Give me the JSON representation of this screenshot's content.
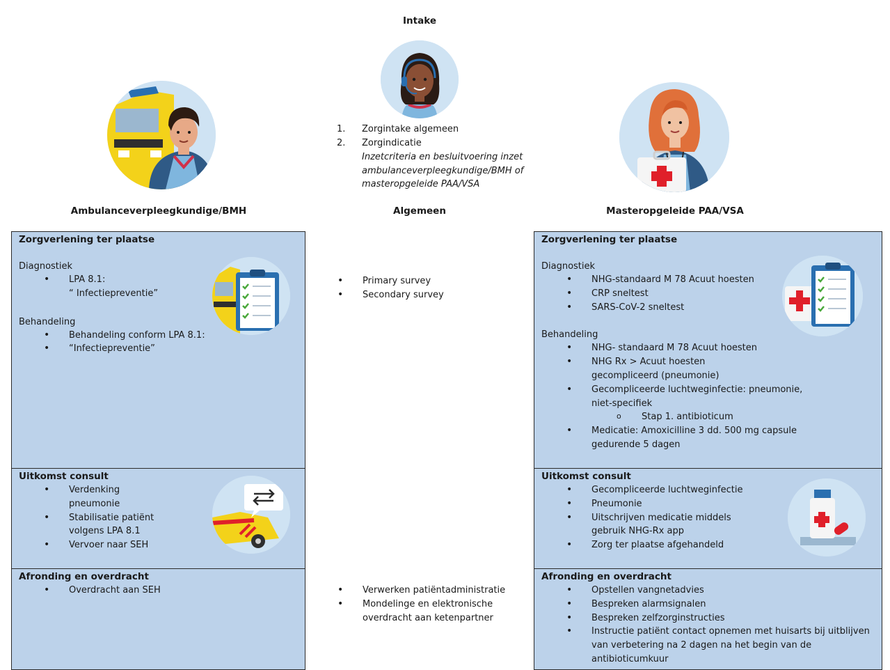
{
  "intake": {
    "title": "Intake",
    "steps": [
      "Zorgintake algemeen",
      "Zorgindicatie"
    ],
    "step_numbers": [
      "1.",
      "2."
    ],
    "note_lines": [
      "Inzetcriteria en besluitvoering inzet",
      "ambulanceverpleegkundige/BMH of",
      "masteropgeleide PAA/VSA"
    ]
  },
  "columns": {
    "left": "Ambulanceverpleegkundige/BMH",
    "middle": "Algemeen",
    "right": "Masteropgeleide PAA/VSA"
  },
  "left": {
    "zorg": {
      "title": "Zorgverlening ter plaatse",
      "diagnostiek_label": "Diagnostiek",
      "diagnostiek": [
        "LPA 8.1:",
        "“ Infectiepreventie”"
      ],
      "behandeling_label": "Behandeling",
      "behandeling": [
        "Behandeling conform LPA 8.1:",
        "“Infectiepreventie”"
      ]
    },
    "uitkomst": {
      "title": "Uitkomst consult",
      "items": [
        "Verdenking pneumonie",
        "Stabilisatie patiënt volgens LPA 8.1",
        "Vervoer naar SEH"
      ]
    },
    "afronding": {
      "title": "Afronding en overdracht",
      "items": [
        "Overdracht aan SEH"
      ]
    }
  },
  "middle": {
    "survey": [
      "Primary survey",
      "Secondary survey"
    ],
    "afronding": [
      "Verwerken patiëntadministratie",
      "Mondelinge en elektronische overdracht aan ketenpartner"
    ]
  },
  "right": {
    "zorg": {
      "title": "Zorgverlening ter plaatse",
      "diagnostiek_label": "Diagnostiek",
      "diagnostiek": [
        "NHG-standaard M 78 Acuut hoesten",
        "CRP sneltest",
        "SARS-CoV-2 sneltest"
      ],
      "behandeling_label": "Behandeling",
      "behandeling": [
        "NHG- standaard M 78 Acuut hoesten",
        "NHG Rx > Acuut hoesten gecompliceerd (pneumonie)",
        "Gecompliceerde luchtweginfectie: pneumonie, niet-specifiek"
      ],
      "sub_item": "Stap 1. antibioticum",
      "medicatie": "Medicatie: Amoxicilline 3 dd. 500 mg capsule gedurende 5 dagen"
    },
    "uitkomst": {
      "title": "Uitkomst consult",
      "items": [
        "Gecompliceerde luchtweginfectie",
        "Pneumonie",
        "Uitschrijven medicatie middels gebruik NHG-Rx app",
        "Zorg ter plaatse afgehandeld"
      ]
    },
    "afronding": {
      "title": "Afronding en overdracht",
      "items": [
        "Opstellen vangnetadvies",
        "Bespreken alarmsignalen",
        "Bespreken zelfzorginstructies",
        "Instructie patiënt contact opnemen met huisarts bij uitblijven van verbetering na 2 dagen na het begin van de antibioticumkuur"
      ]
    }
  },
  "colors": {
    "panel": "#bcd2ea",
    "circle": "#cfe3f3",
    "yellow": "#f3d21a",
    "red": "#e0202a",
    "skin_dark": "#6b3e2a",
    "hair_red": "#e0703a"
  }
}
